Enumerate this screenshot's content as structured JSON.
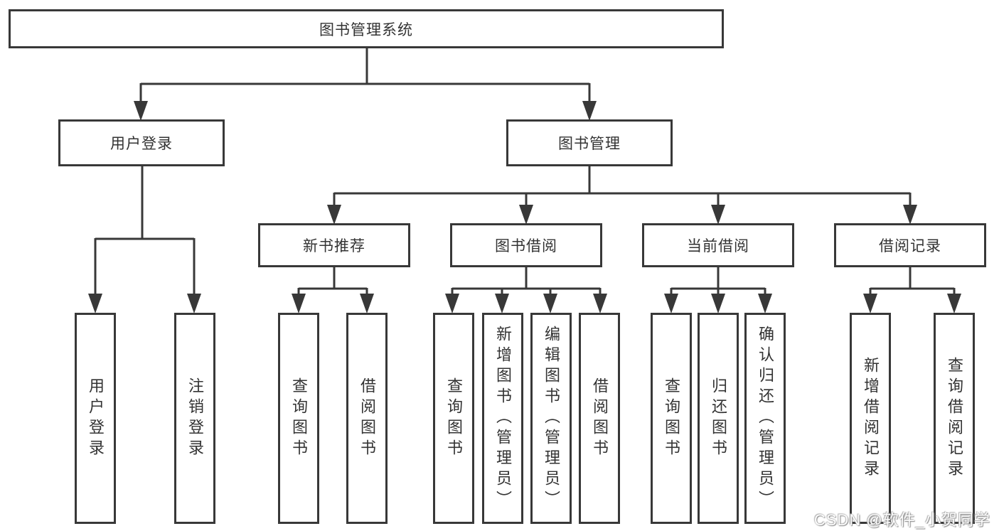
{
  "diagram": {
    "root": "图书管理系统",
    "user_login": "用户登录",
    "book_management": "图书管理",
    "new_book": "新书推荐",
    "book_borrow": "图书借阅",
    "current_borrow": "当前借阅",
    "borrow_records": "借阅记录",
    "user_login_children": [
      "用户登录",
      "注销登录"
    ],
    "new_book_children": [
      "查询图书",
      "借阅图书"
    ],
    "book_borrow_children": [
      "查询图书",
      "新增图书（管理员）",
      "编辑图书（管理员）",
      "借阅图书"
    ],
    "current_borrow_children": [
      "查询图书",
      "归还图书",
      "确认归还（管理员）"
    ],
    "borrow_records_children": [
      "新增借阅记录",
      "查询借阅记录"
    ]
  },
  "watermark": "CSDN @软件_小贺同学",
  "colors": {
    "line": "#383838",
    "text": "#333333",
    "background": "#ffffff"
  }
}
